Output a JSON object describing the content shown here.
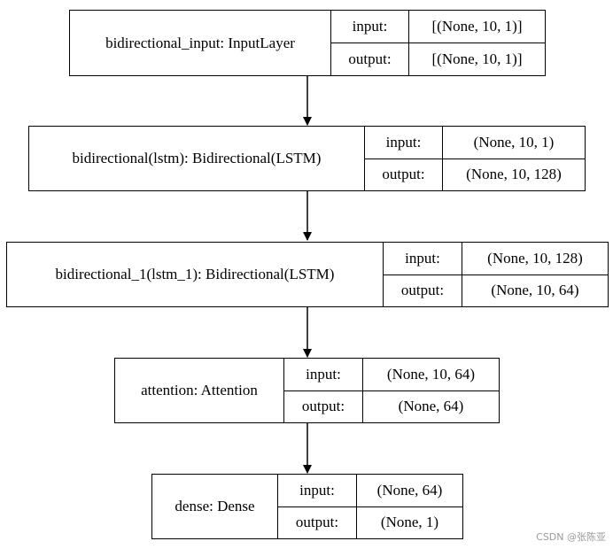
{
  "layers": [
    {
      "name": "bidirectional_input: InputLayer",
      "input": "[(None, 10, 1)]",
      "output": "[(None, 10, 1)]"
    },
    {
      "name": "bidirectional(lstm): Bidirectional(LSTM)",
      "input": "(None, 10, 1)",
      "output": "(None, 10, 128)"
    },
    {
      "name": "bidirectional_1(lstm_1): Bidirectional(LSTM)",
      "input": "(None, 10, 128)",
      "output": "(None, 10, 64)"
    },
    {
      "name": "attention: Attention",
      "input": "(None, 10, 64)",
      "output": "(None, 64)"
    },
    {
      "name": "dense: Dense",
      "input": "(None, 64)",
      "output": "(None, 1)"
    }
  ],
  "port_labels": {
    "input": "input:",
    "output": "output:"
  },
  "watermark": "CSDN @张陈亚"
}
